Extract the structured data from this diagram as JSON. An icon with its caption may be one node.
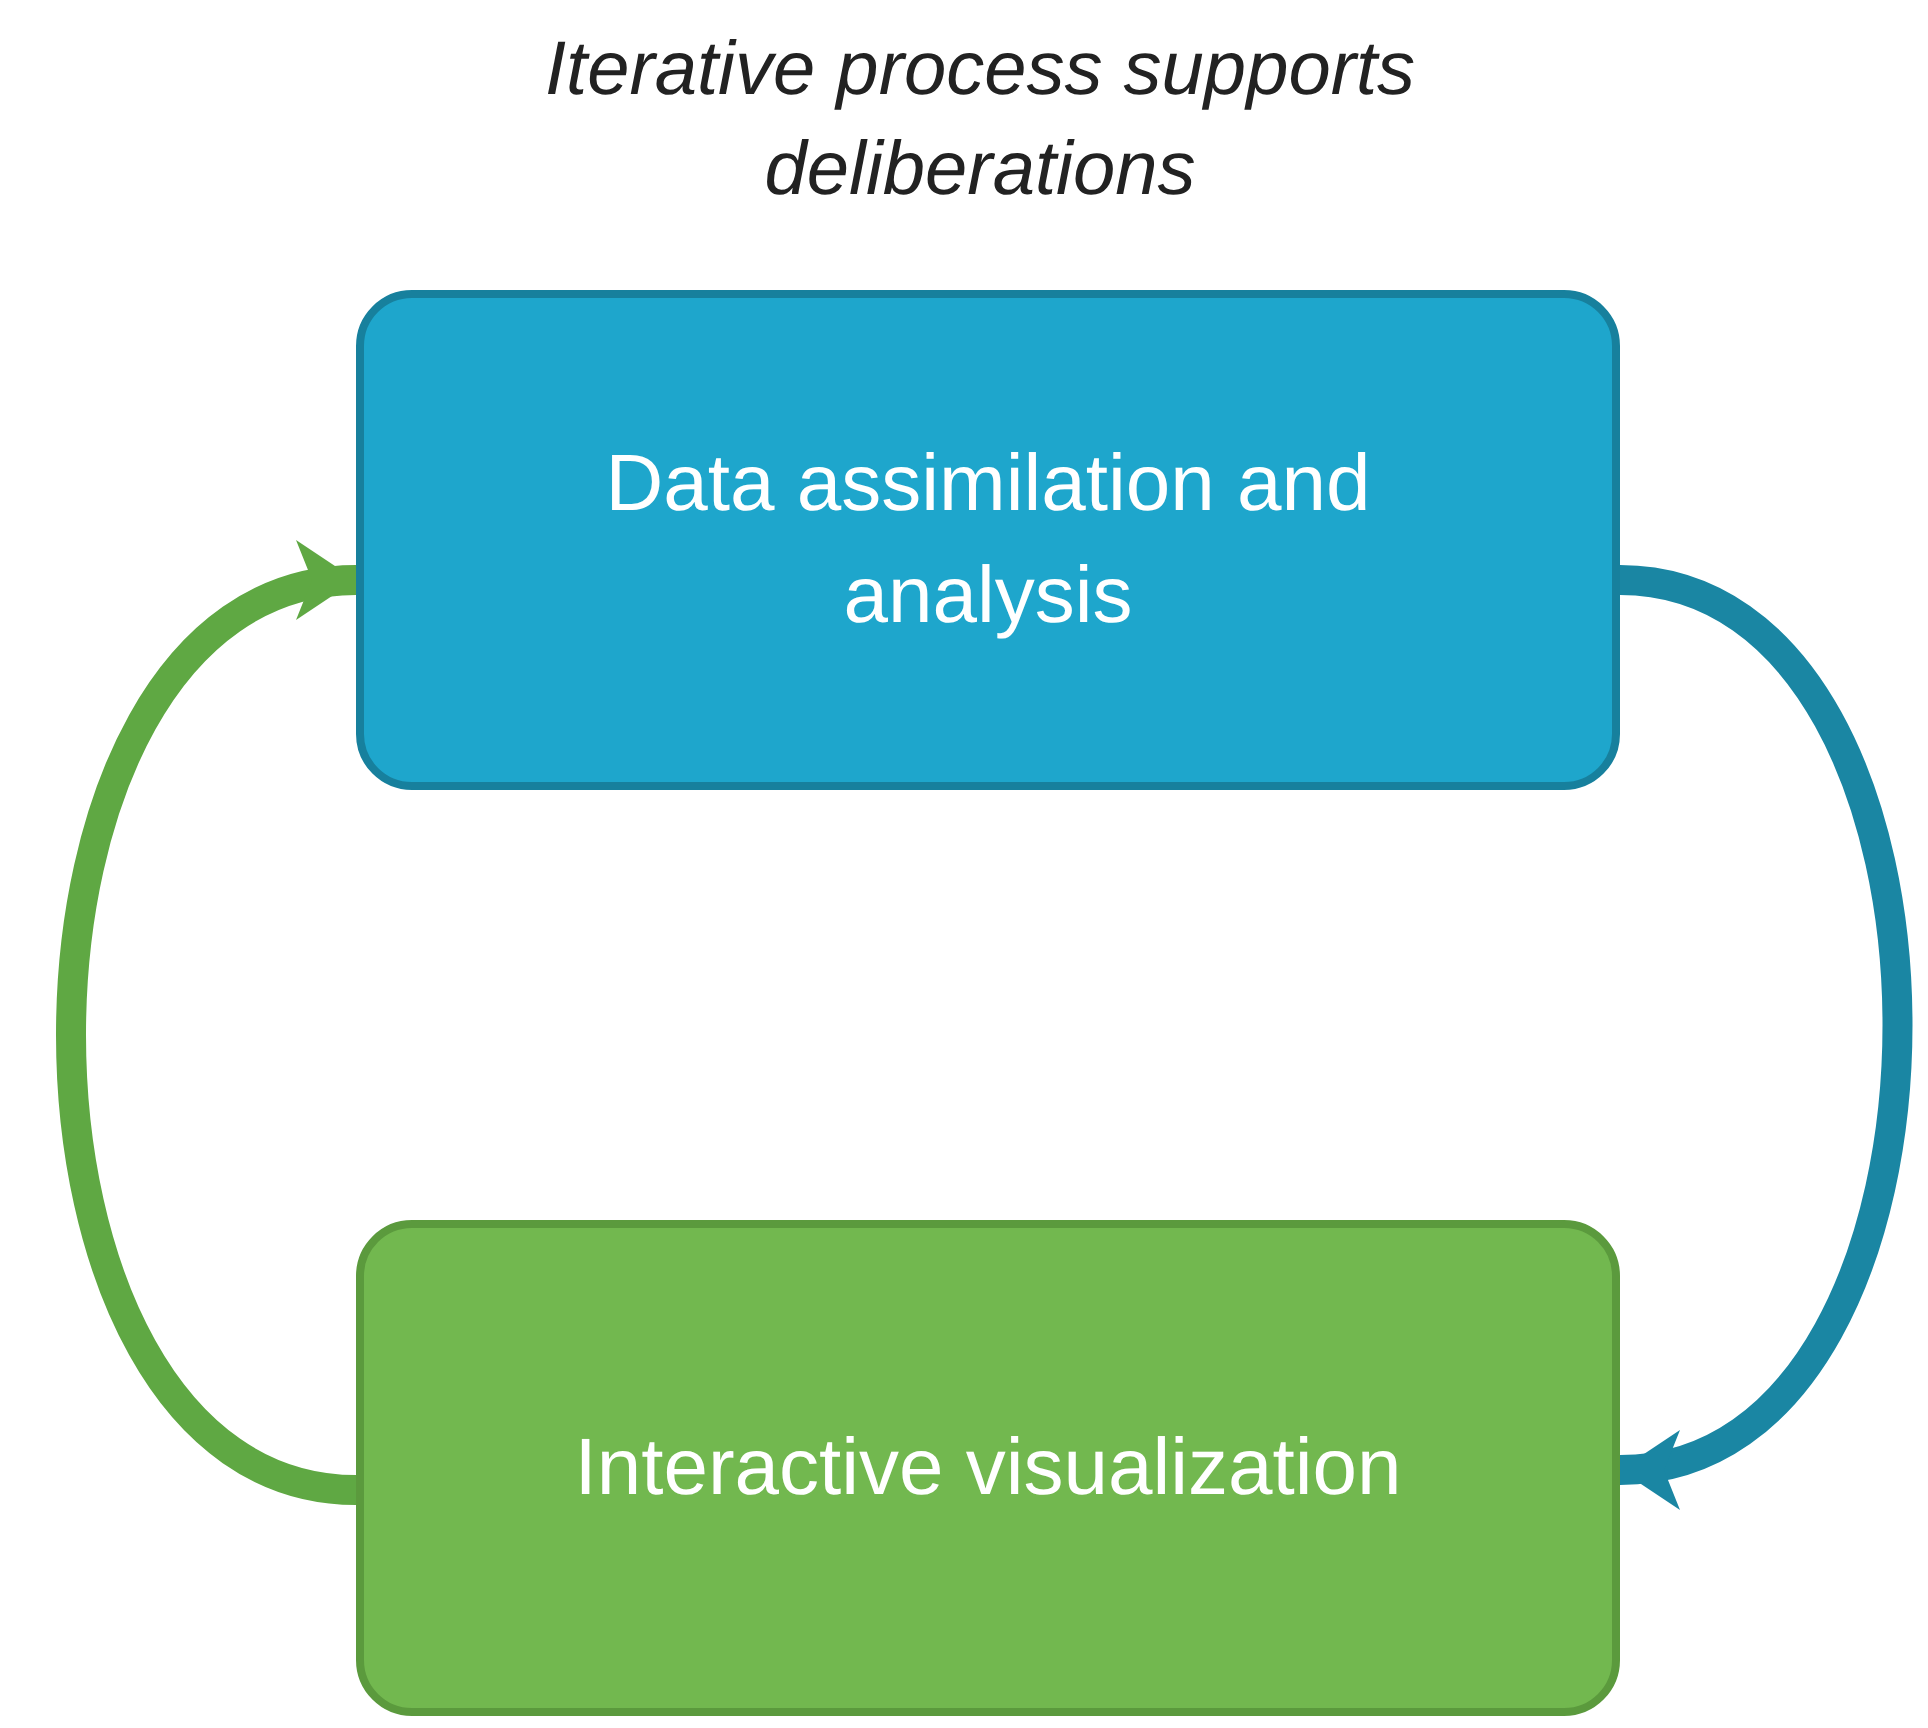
{
  "diagram": {
    "title": "Iterative process supports deliberations",
    "nodes": [
      {
        "text": [
          "Data assimilation and analysis"
        ]
      },
      {
        "text": [
          "Interactive visualization"
        ]
      }
    ],
    "edges": [
      {
        "from": 0,
        "to": 1,
        "arrow": "to",
        "color": "#1a86a3"
      },
      {
        "from": 1,
        "to": 0,
        "arrow": "to",
        "color": "#5fa843"
      }
    ]
  }
}
